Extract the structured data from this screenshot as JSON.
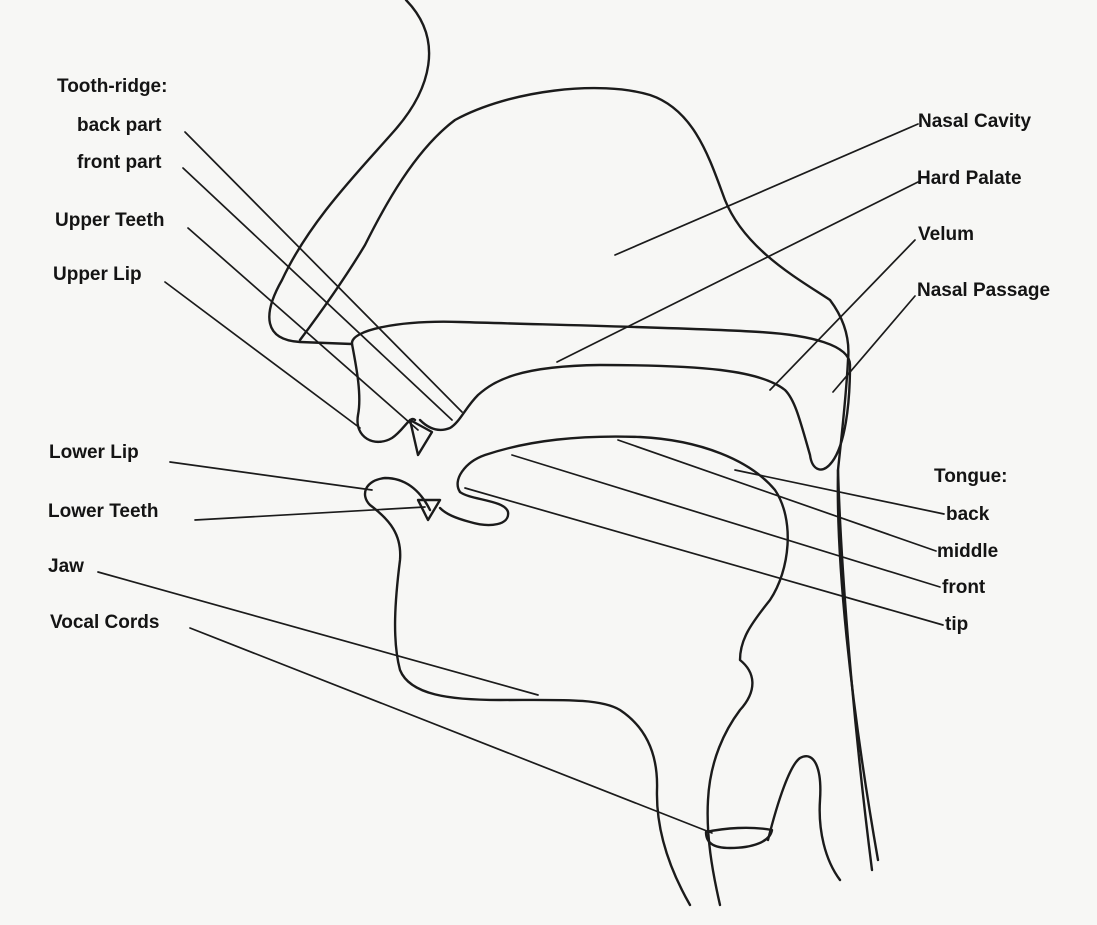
{
  "diagram": {
    "stroke_color": "#1b1b1b",
    "paper_color": "#f7f7f5",
    "labels": {
      "tooth_ridge": "Tooth-ridge:",
      "back_part": "back part",
      "front_part": "front part",
      "upper_teeth": "Upper Teeth",
      "upper_lip": "Upper Lip",
      "lower_lip": "Lower Lip",
      "lower_teeth": "Lower Teeth",
      "jaw": "Jaw",
      "vocal_cords": "Vocal Cords",
      "nasal_cavity": "Nasal Cavity",
      "hard_palate": "Hard Palate",
      "velum": "Velum",
      "nasal_passage": "Nasal Passage",
      "tongue": "Tongue:",
      "tongue_back": "back",
      "tongue_middle": "middle",
      "tongue_front": "front",
      "tongue_tip": "tip"
    }
  }
}
